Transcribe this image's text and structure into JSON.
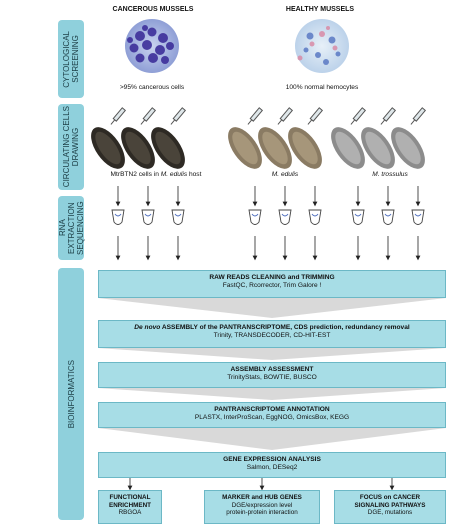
{
  "headers": {
    "cancerous": "CANCEROUS MUSSELS",
    "healthy": "HEALTHY MUSSELS"
  },
  "captions": {
    "cancerous_cells": ">95% cancerous cells",
    "healthy_cells": "100% normal hemocytes",
    "host_prefix": "MtrBTN2 cells in ",
    "host_species": "M. edulis",
    "host_suffix": " host",
    "edulis": "M. edulis",
    "trossulus": "M. trossulus"
  },
  "stages": [
    {
      "label": "CYTOLOGICAL\nSCREENING"
    },
    {
      "label": "CIRCULATING CELLS\nDRAWING"
    },
    {
      "label": "RNA EXTRACTION\nSEQUENCING"
    },
    {
      "label": "BIOINFORMATICS"
    }
  ],
  "pipeline": [
    {
      "title": "RAW READS CLEANING and TRIMMING",
      "sub": "FastQC, Rcorrector, Trim Galore !"
    },
    {
      "title_italic": "De novo",
      "title": " ASSEMBLY of the PANTRANSCRIPTOME, CDS prediction, redundancy removal",
      "sub": "Trinity, TRANSDECODER, CD-HIT-EST"
    },
    {
      "title": "ASSEMBLY ASSESSMENT",
      "sub": "TrinityStats, BOWTIE, BUSCO"
    },
    {
      "title": "PANTRANSCRIPTOME ANNOTATION",
      "sub": "PLASTX, InterProScan, EggNOG, OmicsBox, KEGG"
    },
    {
      "title": "GENE EXPRESSION ANALYSIS",
      "sub": "Salmon, DESeq2"
    }
  ],
  "outputs": [
    {
      "title": "FUNCTIONAL\nENRICHMENT",
      "sub": "RBGOA"
    },
    {
      "title": "MARKER and HUB GENES",
      "sub": "DGE/expression level\nprotein-protein interaction"
    },
    {
      "title": "FOCUS on CANCER\nSIGNALING PATHWAYS",
      "sub": "DGE, mutations"
    }
  ],
  "colors": {
    "box": "#a7dde6",
    "stage": "#8fd0dc",
    "cancer_mussel": "#2e2a24",
    "edulis_mussel": "#8a7b63",
    "trossulus_mussel": "#8c8c8c"
  }
}
